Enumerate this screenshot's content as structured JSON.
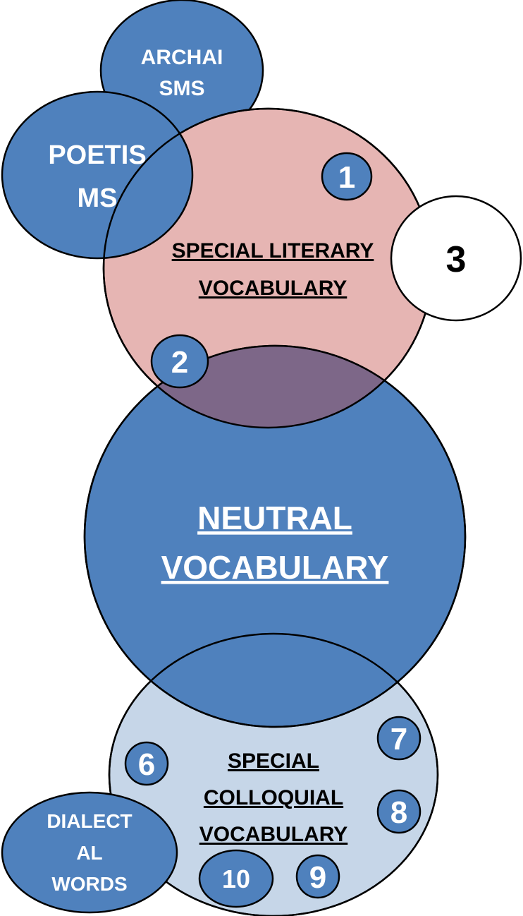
{
  "diagram": {
    "circles": {
      "archaisms": {
        "lines": [
          "ARCHAI",
          "SMS"
        ]
      },
      "poetisms": {
        "lines": [
          "POETIS",
          "MS"
        ]
      },
      "special_literary": {
        "lines": [
          "SPECIAL LITERARY",
          "VOCABULARY"
        ]
      },
      "neutral": {
        "lines": [
          "NEUTRAL",
          "VOCABULARY"
        ]
      },
      "special_colloquial": {
        "lines": [
          "SPECIAL",
          "COLLOQUIAL",
          "VOCABULARY"
        ]
      },
      "dialectal": {
        "lines": [
          "DIALECT",
          "AL",
          "WORDS"
        ]
      }
    },
    "markers": [
      "1",
      "2",
      "3",
      "6",
      "7",
      "8",
      "9",
      "10"
    ],
    "colors": {
      "blue": "#4f81bd",
      "pink": "#e6b5b3",
      "light_blue": "#c6d6e8",
      "overlap_literary": "#7d6788",
      "overlap_colloquial": "#4f81bd",
      "white": "#ffffff",
      "stroke": "#000000"
    }
  }
}
